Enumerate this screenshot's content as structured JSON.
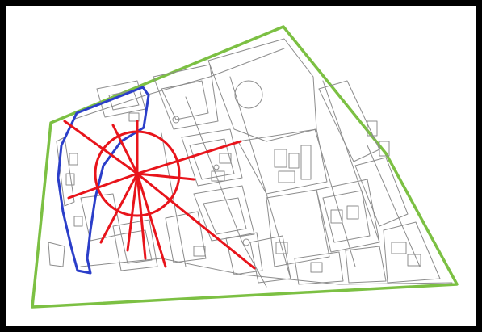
{
  "map": {
    "colors": {
      "frame": "#000000",
      "site_boundary": "#7cc043",
      "radial_axes": "#e8141b",
      "green_edge": "#2b3ec9",
      "building_lines": "#8c8c8c",
      "background": "#ffffff"
    },
    "layers": [
      "site-boundary",
      "building-footprints",
      "street-network",
      "radial-axes",
      "central-circle",
      "blue-edge-outline"
    ],
    "labels": []
  }
}
